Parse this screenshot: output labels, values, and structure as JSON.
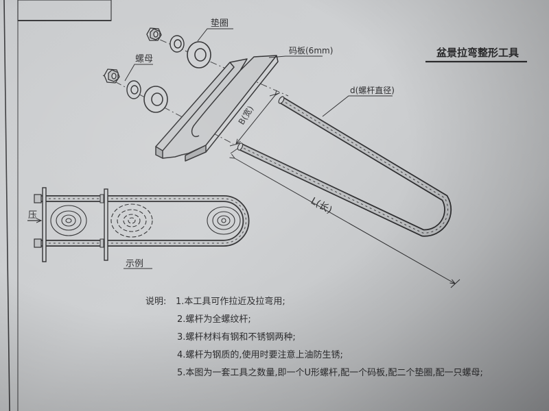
{
  "title": "盆景拉弯整形工具",
  "labels": {
    "washer": "垫圈",
    "nut": "螺母",
    "plate": "码板(6mm)",
    "rod_diameter": "d(螺杆直径)",
    "width": "B(宽)",
    "length": "L(长)",
    "press": "压",
    "example": "示例"
  },
  "notes": {
    "heading": "说明:",
    "items": [
      "1.本工具可作拉近及拉弯用;",
      "2.螺杆为全螺纹杆;",
      "3.螺杆材料有钢和不锈钢两种;",
      "4.螺杆为钢质的,使用时要注意上油防生锈;",
      "5.本图为一套工具之数量,即一个U形螺杆,配一个码板,配二个垫圈,配一只螺母;"
    ]
  },
  "colors": {
    "paper": "#cdcfd1",
    "ink": "#2d2d2f",
    "rod_fill": "#b9bbbd"
  }
}
